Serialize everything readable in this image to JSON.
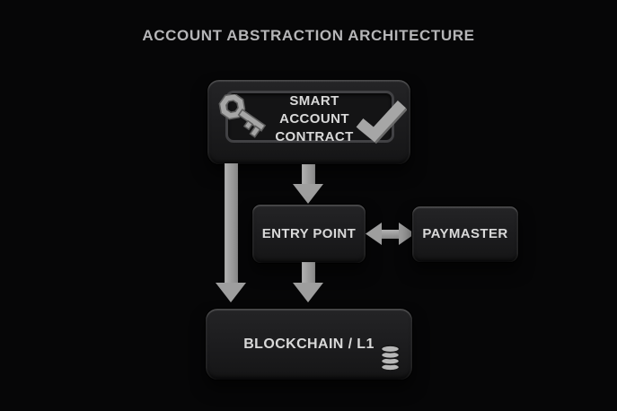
{
  "title": "ACCOUNT ABSTRACTION ARCHITECTURE",
  "colors": {
    "background": "#060607",
    "box_fill": "#1d1d1f",
    "box_inner_outline": "#414144",
    "node_text": "#d9d9d9",
    "title_text": "#b5b5b7",
    "arrow": "#9e9e9e",
    "icon": "#a6a6a6"
  },
  "nodes": {
    "smart_account": {
      "label": "SMART ACCOUNT CONTRACT",
      "icons": [
        "key-icon",
        "check-icon"
      ]
    },
    "entry_point": {
      "label": "ENTRY POINT",
      "icons": []
    },
    "paymaster": {
      "label": "PAYMASTER",
      "icons": []
    },
    "blockchain": {
      "label": "BLOCKCHAIN / L1",
      "icons": [
        "database-icon"
      ]
    }
  },
  "edges": [
    {
      "from": "smart_account",
      "to": "blockchain",
      "direction": "down"
    },
    {
      "from": "smart_account",
      "to": "entry_point",
      "direction": "down"
    },
    {
      "from": "entry_point",
      "to": "paymaster",
      "direction": "both-horizontal"
    },
    {
      "from": "entry_point",
      "to": "blockchain",
      "direction": "down"
    }
  ]
}
